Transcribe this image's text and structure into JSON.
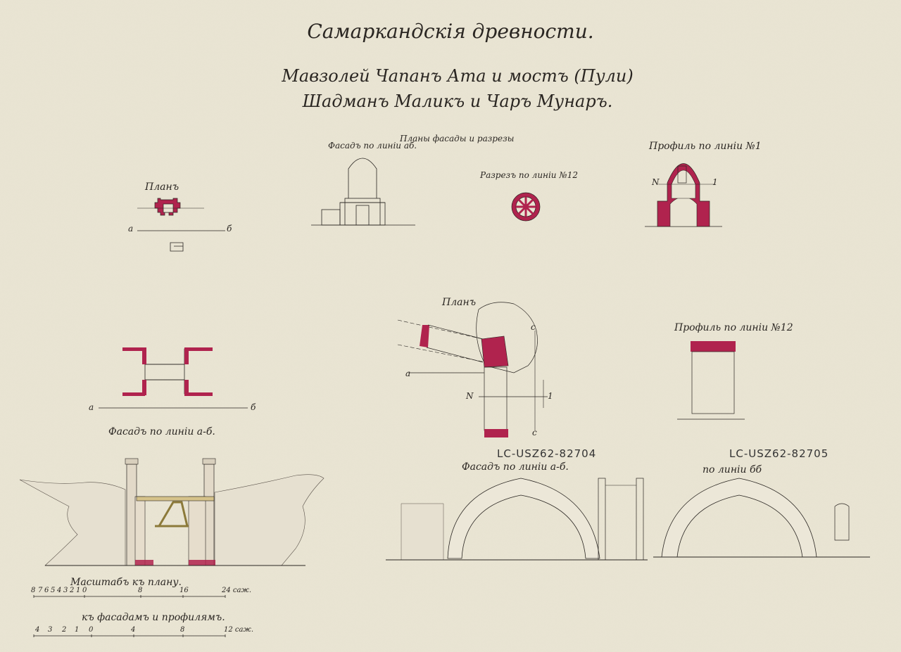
{
  "title": "Самаркандскія древности.",
  "subtitle_line1": "Мавзолей Чапанъ Ата и мостъ (Пули)",
  "subtitle_line2": "Шадманъ Маликъ и Чаръ Мунаръ.",
  "labels": {
    "plan_top": "Планъ",
    "facade_top": "Фасадъ по линіи аб.",
    "plans_and_sections": "Планы фасады и разрезы",
    "section_12": "Разрезъ по линіи №12",
    "profile_n1": "Профиль по линіи №1",
    "plan_mid": "Планъ",
    "profile_n12": "Профиль по линіи №12",
    "facade_ab_left": "Фасадъ по линіи а-б.",
    "facade_ab_mid": "Фасадъ по линіи а-б.",
    "along_line": "по линіи бб",
    "scale_plan": "Масштабъ къ плану.",
    "scale_facades": "къ фасадамъ и профилямъ."
  },
  "stamps": {
    "left": "LC-USZ62-82704",
    "right": "LC-USZ62-82705"
  },
  "markers": {
    "a": "а",
    "b": "б",
    "n": "N",
    "one": "1",
    "c": "с"
  },
  "scales": {
    "plan": [
      "8",
      "7",
      "6",
      "5",
      "4",
      "3",
      "2",
      "1",
      "0",
      "8",
      "16",
      "24 саж."
    ],
    "facades": [
      "4",
      "3",
      "2",
      "1",
      "0",
      "4",
      "8",
      "12 саж."
    ]
  },
  "colors": {
    "paper": "#e9e4d3",
    "ink": "#2a2622",
    "wash": "#b0234e"
  }
}
